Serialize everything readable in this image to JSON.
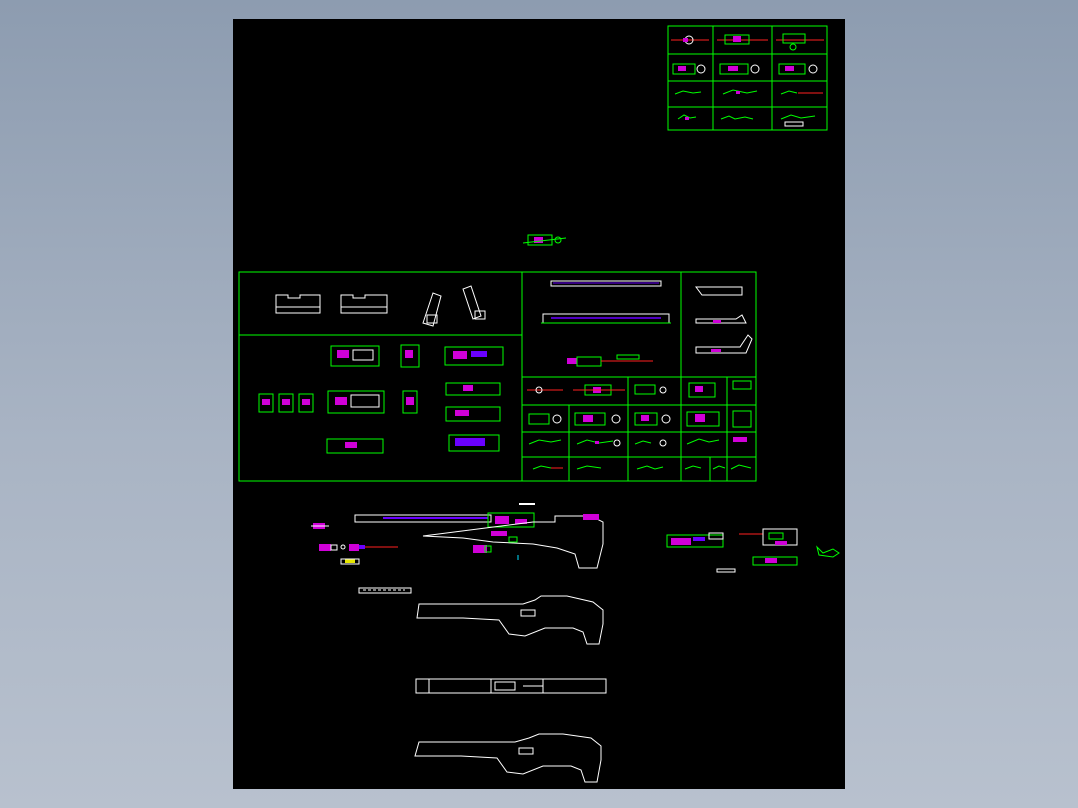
{
  "colors": {
    "background": "#8d9cb0",
    "canvas": "#000000",
    "frame": "#00ff00",
    "outline": "#ffffff",
    "fill": "#d000d8",
    "axis": "#ff2020"
  },
  "panels": {
    "top_thumbnail_grid": {
      "rows": 4,
      "cols": 3
    },
    "lower_right_grid": {
      "rows": 4,
      "cols": 5
    }
  }
}
